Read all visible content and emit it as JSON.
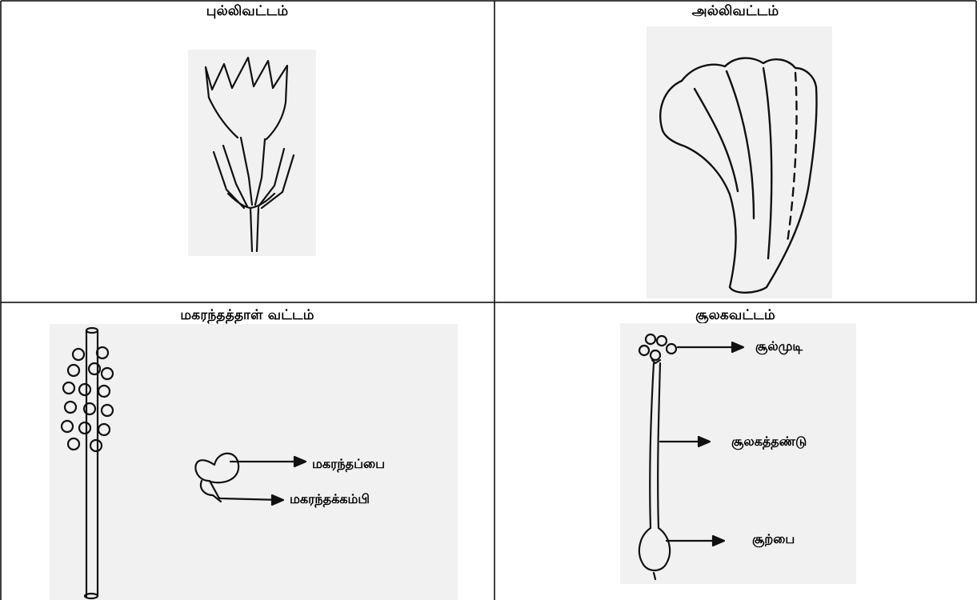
{
  "panels": {
    "sepals": {
      "title": "புல்லிவட்டம்"
    },
    "petals": {
      "title": "அல்லிவட்டம்"
    },
    "stamens": {
      "title": "மகரந்தத்தாள்  வட்டம்",
      "labels": {
        "anther": "மகரந்தப்பை",
        "filament": "மகரந்தக்கம்பி"
      }
    },
    "pistil": {
      "title": "சூலகவட்டம்",
      "labels": {
        "stigma": "சூல்முடி",
        "style": "சூலகத்தண்டு",
        "ovary": "சூற்பை"
      }
    }
  }
}
